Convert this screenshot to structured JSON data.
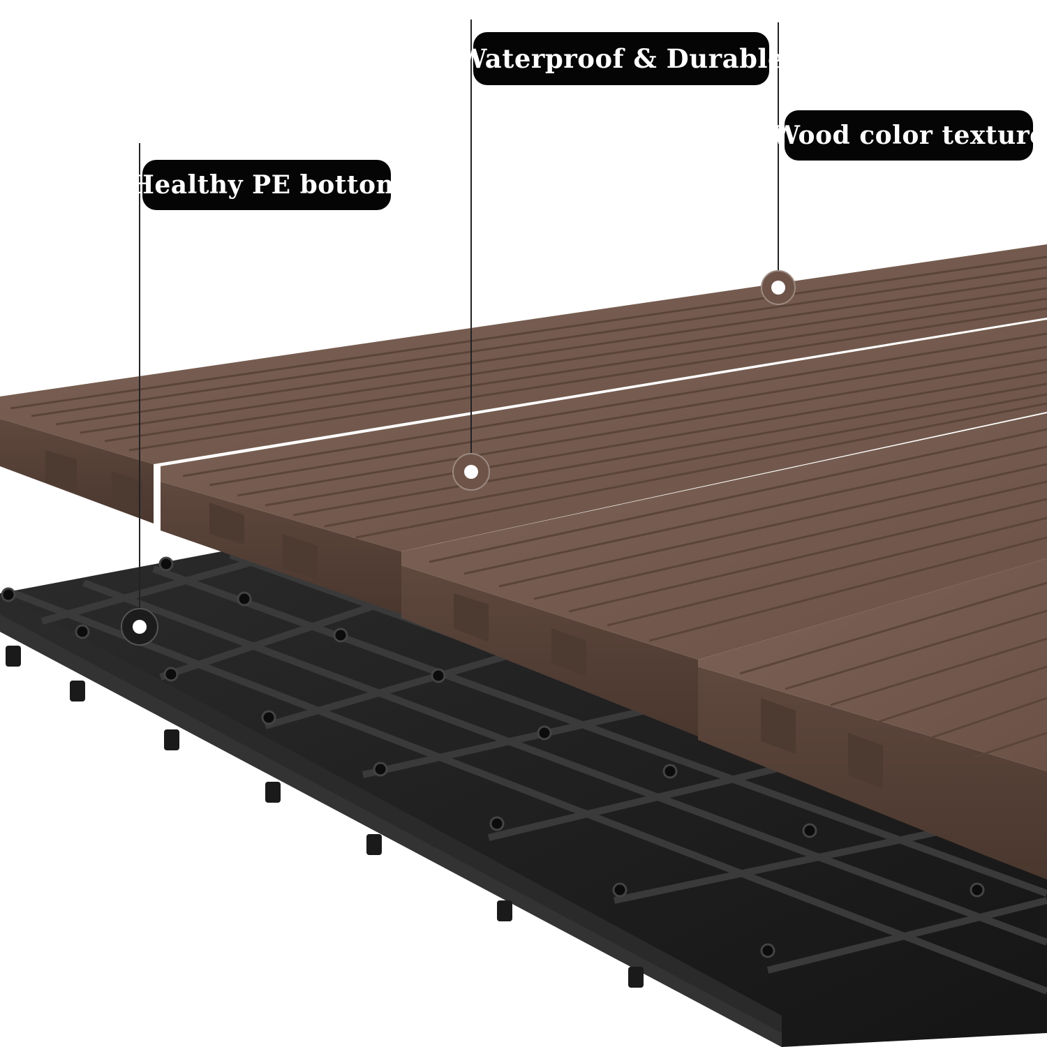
{
  "callouts": {
    "waterproof": "Waterproof & Durable",
    "wood_texture": "Wood color texture",
    "pe_bottom": "Healthy PE bottom"
  },
  "colors": {
    "wood_top": "#7a5f52",
    "wood_side": "#5a443a",
    "base": "#1e1e1e",
    "callout_bg": "#050505",
    "callout_text": "#ffffff"
  }
}
